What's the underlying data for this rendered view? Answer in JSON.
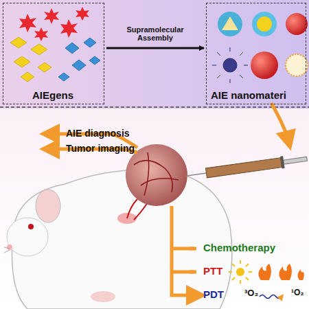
{
  "diagram": {
    "nodes": [
      {
        "text": [
          "AIEgens"
        ]
      },
      {
        "text": [
          "AIE nanomateri"
        ]
      }
    ],
    "edges": [
      {
        "from": 0,
        "to": 1,
        "arrow": "to",
        "label": "Supramolecular Assembly"
      }
    ],
    "labels": [
      "AIE diagnosis",
      "Tumor imaging",
      "Chemotherapy",
      "PTT",
      "PDT",
      "³O₂",
      "¹O₂"
    ]
  }
}
